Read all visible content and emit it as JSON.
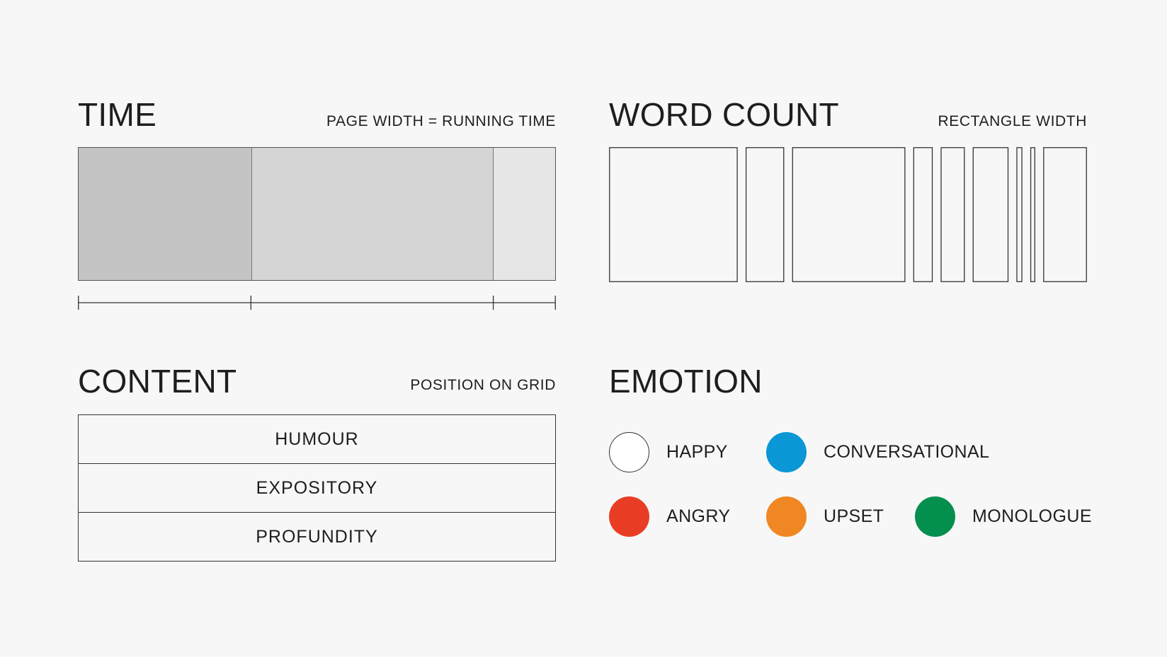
{
  "sections": {
    "time": {
      "title": "TIME",
      "subtitle": "PAGE WIDTH = RUNNING TIME"
    },
    "word_count": {
      "title": "WORD COUNT",
      "subtitle": "RECTANGLE WIDTH"
    },
    "content": {
      "title": "CONTENT",
      "subtitle": "POSITION ON GRID"
    },
    "emotion": {
      "title": "EMOTION"
    }
  },
  "time_segments": [
    {
      "fraction": 0.362,
      "color": "#c3c4c3"
    },
    {
      "fraction": 0.507,
      "color": "#d4d5d4"
    },
    {
      "fraction": 0.131,
      "color": "#e5e6e5"
    }
  ],
  "word_count_rects": [
    {
      "fraction": 0.276
    },
    {
      "fraction": 0.083
    },
    {
      "fraction": 0.243
    },
    {
      "fraction": 0.042
    },
    {
      "fraction": 0.052
    },
    {
      "fraction": 0.077
    },
    {
      "fraction": 0.013
    },
    {
      "fraction": 0.011
    },
    {
      "fraction": 0.094
    }
  ],
  "content_rows": [
    "HUMOUR",
    "EXPOSITORY",
    "PROFUNDITY"
  ],
  "emotion_legend": {
    "happy": {
      "label": "HAPPY",
      "color": "#ffffff"
    },
    "conversational": {
      "label": "CONVERSATIONAL",
      "color": "#0b97d6"
    },
    "angry": {
      "label": "ANGRY",
      "color": "#e83d24"
    },
    "upset": {
      "label": "UPSET",
      "color": "#f08722"
    },
    "monologue": {
      "label": "MONOLOGUE",
      "color": "#058f4f"
    }
  }
}
